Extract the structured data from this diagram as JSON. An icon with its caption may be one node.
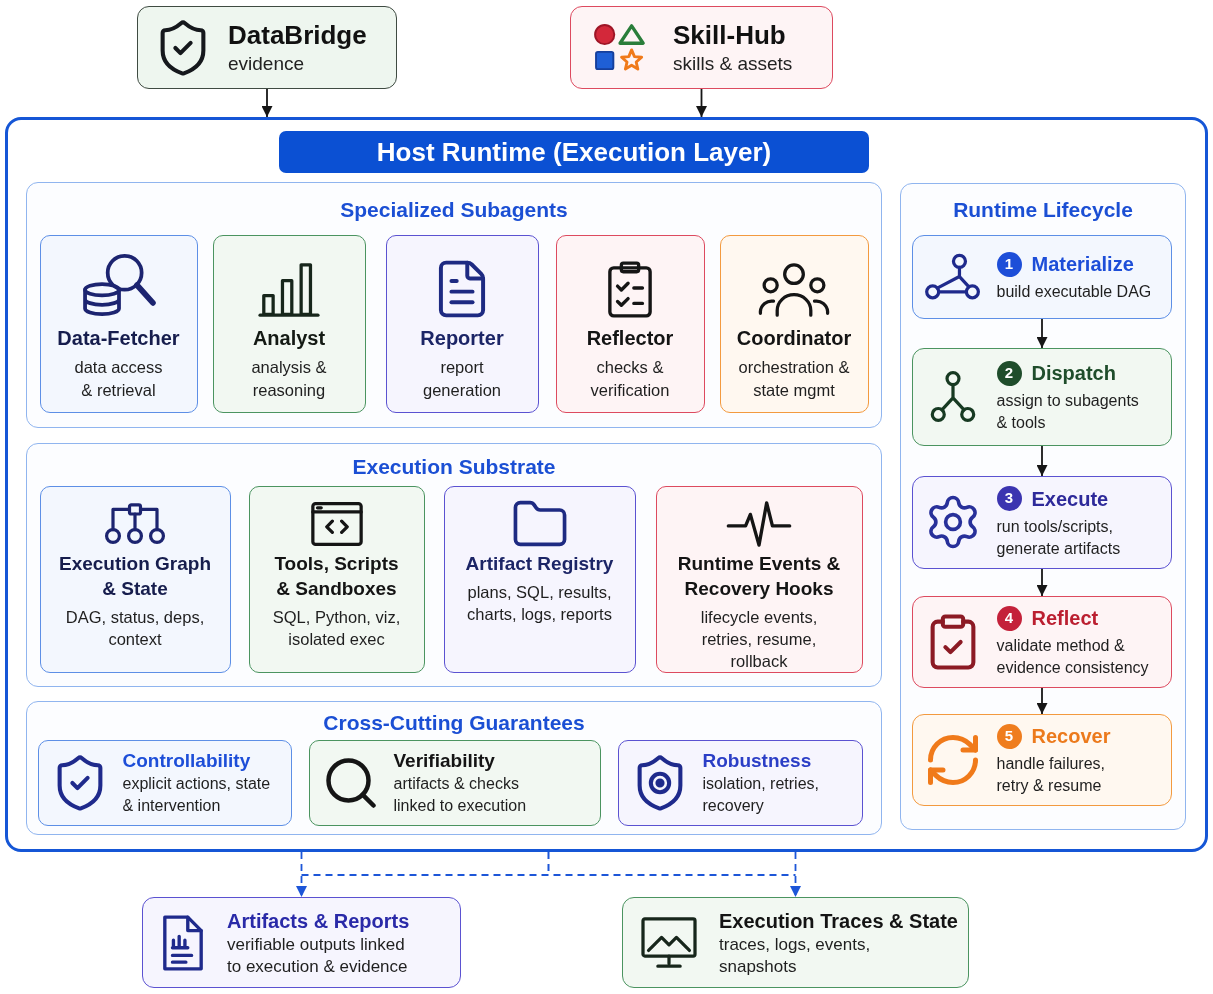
{
  "diagram": {
    "nodes": [
      {
        "text": [
          "DataBridge",
          "evidence"
        ]
      },
      {
        "text": [
          "Skill-Hub",
          "skills & assets"
        ]
      },
      {
        "text": [
          "Host Runtime (Execution Layer)"
        ]
      },
      {
        "text": [
          "Specialized Subagents"
        ],
        "in": 2
      },
      {
        "text": [
          "Data-Fetcher",
          "data access & retrieval"
        ],
        "in": 3
      },
      {
        "text": [
          "Analyst",
          "analysis & reasoning"
        ],
        "in": 3
      },
      {
        "text": [
          "Reporter",
          "report generation"
        ],
        "in": 3
      },
      {
        "text": [
          "Reflector",
          "checks & verification"
        ],
        "in": 3
      },
      {
        "text": [
          "Coordinator",
          "orchestration & state mgmt"
        ],
        "in": 3
      },
      {
        "text": [
          "Execution Substrate"
        ],
        "in": 2
      },
      {
        "text": [
          "Execution Graph & State",
          "DAG, status, deps, context"
        ],
        "in": 9
      },
      {
        "text": [
          "Tools, Scripts & Sandboxes",
          "SQL, Python, viz, isolated exec"
        ],
        "in": 9
      },
      {
        "text": [
          "Artifact Registry",
          "plans, SQL, results, charts, logs, reports"
        ],
        "in": 9
      },
      {
        "text": [
          "Runtime Events & Recovery Hooks",
          "lifecycle events, retries, resume, rollback"
        ],
        "in": 9
      },
      {
        "text": [
          "Cross-Cutting Guarantees"
        ],
        "in": 2
      },
      {
        "text": [
          "Controllability",
          "explicit actions, state & intervention"
        ],
        "in": 14
      },
      {
        "text": [
          "Verifiability",
          "artifacts & checks linked to execution"
        ],
        "in": 14
      },
      {
        "text": [
          "Robustness",
          "isolation, retries, recovery"
        ],
        "in": 14
      },
      {
        "text": [
          "Runtime Lifecycle"
        ],
        "in": 2
      },
      {
        "text": [
          "1",
          "Materialize",
          "build executable DAG"
        ],
        "in": 18
      },
      {
        "text": [
          "2",
          "Dispatch",
          "assign to subagents & tools"
        ],
        "in": 18
      },
      {
        "text": [
          "3",
          "Execute",
          "run tools/scripts, generate artifacts"
        ],
        "in": 18
      },
      {
        "text": [
          "4",
          "Reflect",
          "validate method & evidence consistency"
        ],
        "in": 18
      },
      {
        "text": [
          "5",
          "Recover",
          "handle failures, retry & resume"
        ],
        "in": 18
      },
      {
        "text": [
          "Artifacts & Reports",
          "verifiable outputs linked to execution & evidence"
        ]
      },
      {
        "text": [
          "Execution Traces & State",
          "traces, logs, events, snapshots"
        ]
      }
    ],
    "edges": [
      {
        "from": 0,
        "to": 2,
        "arrow": "to"
      },
      {
        "from": 1,
        "to": 2,
        "arrow": "to"
      },
      {
        "from": 19,
        "to": 20,
        "arrow": "to"
      },
      {
        "from": 20,
        "to": 21,
        "arrow": "to"
      },
      {
        "from": 21,
        "to": 22,
        "arrow": "to"
      },
      {
        "from": 22,
        "to": 23,
        "arrow": "to"
      },
      {
        "from": 2,
        "to": 24,
        "arrow": "to",
        "style": "dashed",
        "color": "#1d56d8"
      },
      {
        "from": 2,
        "to": 25,
        "arrow": "to",
        "style": "dashed",
        "color": "#1d56d8"
      }
    ]
  }
}
